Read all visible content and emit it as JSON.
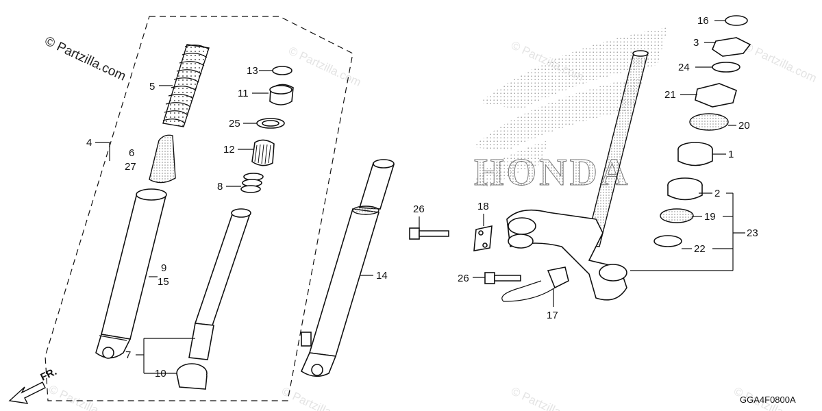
{
  "copyright": "© Partzilla.com",
  "watermark": "© Partzilla.com",
  "brand_text": "HONDA",
  "diagram_code": "GGA4F0800A",
  "front_arrow": "FR.",
  "callouts": {
    "c16": "16",
    "c3": "3",
    "c24": "24",
    "c21": "21",
    "c20": "20",
    "c1": "1",
    "c2": "2",
    "c19": "19",
    "c23": "23",
    "c22": "22",
    "c18": "18",
    "c26a": "26",
    "c26b": "26",
    "c17": "17",
    "c13": "13",
    "c11": "11",
    "c25": "25",
    "c12": "12",
    "c8": "8",
    "c5": "5",
    "c4": "4",
    "c6": "6",
    "c27": "27",
    "c9": "9",
    "c15": "15",
    "c7": "7",
    "c10": "10",
    "c14": "14"
  }
}
